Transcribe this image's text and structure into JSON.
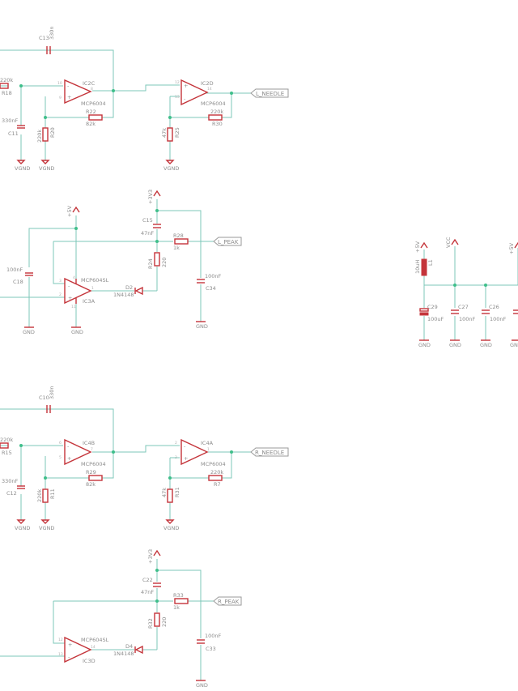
{
  "blocks": {
    "left_needle": {
      "opamp1": {
        "name": "IC2C",
        "value": "MCP6004",
        "pins": [
          "10",
          "9",
          "8"
        ]
      },
      "opamp2": {
        "name": "IC2D",
        "value": "MCP6004",
        "pins": [
          "12",
          "13",
          "14"
        ]
      },
      "c_feedback": {
        "name": "C13",
        "value": "330n"
      },
      "r_in": {
        "name": "R18",
        "value": "220k"
      },
      "c_in": {
        "name": "C11",
        "value": "330nF"
      },
      "r_bias": {
        "name": "R20",
        "value": "220k"
      },
      "r_fb1": {
        "name": "R22",
        "value": "82k"
      },
      "r_gnd2": {
        "name": "R25",
        "value": "47k"
      },
      "r_fb2": {
        "name": "R30",
        "value": "220k"
      },
      "gnd_labels": [
        "VGND",
        "VGND",
        "VGND"
      ],
      "net": "L_NEEDLE"
    },
    "left_peak": {
      "opamp": {
        "name": "IC3A",
        "value": "MCP604SL",
        "pins": [
          "3",
          "2",
          "1",
          "4",
          "11"
        ]
      },
      "supply_5v": "+5V",
      "supply_3v3": "+3V3",
      "c_top": {
        "name": "C15",
        "value": "47nF"
      },
      "r_out": {
        "name": "R28",
        "value": "1k"
      },
      "r_mid": {
        "name": "R24",
        "value": "220"
      },
      "c_left": {
        "name": "C18",
        "value": "100nF"
      },
      "c_right": {
        "name": "C34",
        "value": "100nF"
      },
      "diode": {
        "name": "D2",
        "value": "1N4148"
      },
      "gnd_labels": [
        "GND",
        "GND",
        "GND"
      ],
      "net": "L_PEAK"
    },
    "right_needle": {
      "opamp1": {
        "name": "IC4B",
        "value": "MCP6004",
        "pins": [
          "6",
          "5",
          "7"
        ]
      },
      "opamp2": {
        "name": "IC4A",
        "value": "MCP6004",
        "pins": [
          "2",
          "3",
          "1"
        ]
      },
      "c_feedback": {
        "name": "C10",
        "value": "330n"
      },
      "r_in": {
        "name": "R15",
        "value": "220k"
      },
      "c_in": {
        "name": "C12",
        "value": "330nF"
      },
      "r_bias": {
        "name": "R11",
        "value": "220k"
      },
      "r_fb1": {
        "name": "R29",
        "value": "82k"
      },
      "r_gnd2": {
        "name": "R31",
        "value": "47k"
      },
      "r_fb2": {
        "name": "R7",
        "value": "220k"
      },
      "gnd_labels": [
        "VGND",
        "VGND",
        "VGND"
      ],
      "net": "R_NEEDLE"
    },
    "right_peak": {
      "opamp": {
        "name": "IC3D",
        "value": "MCP604SL",
        "pins": [
          "12",
          "13",
          "14"
        ]
      },
      "supply_3v3": "+3V3",
      "c_top": {
        "name": "C22",
        "value": "47nF"
      },
      "r_out": {
        "name": "R33",
        "value": "1k"
      },
      "r_mid": {
        "name": "R32",
        "value": "220"
      },
      "c_right": {
        "name": "C33",
        "value": "100nF"
      },
      "diode": {
        "name": "D4",
        "value": "1N4148"
      },
      "gnd_labels": [
        "GND"
      ],
      "net": "R_PEAK"
    },
    "power": {
      "supply_5v": "+5V",
      "supply_vcc": "VCC",
      "supply_5v_right": "+5V",
      "inductor": {
        "name": "L1",
        "value": "10uH"
      },
      "caps": [
        {
          "name": "C29",
          "value": "100uF"
        },
        {
          "name": "C27",
          "value": "100nF"
        },
        {
          "name": "C26",
          "value": "100nF"
        }
      ],
      "gnd_labels": [
        "GND",
        "GND",
        "GND",
        "GN"
      ]
    }
  },
  "colors": {
    "wire": "#7cc7b8",
    "part": "#c4343a",
    "text": "#8c8c8c",
    "junction": "#3fbf8a"
  }
}
